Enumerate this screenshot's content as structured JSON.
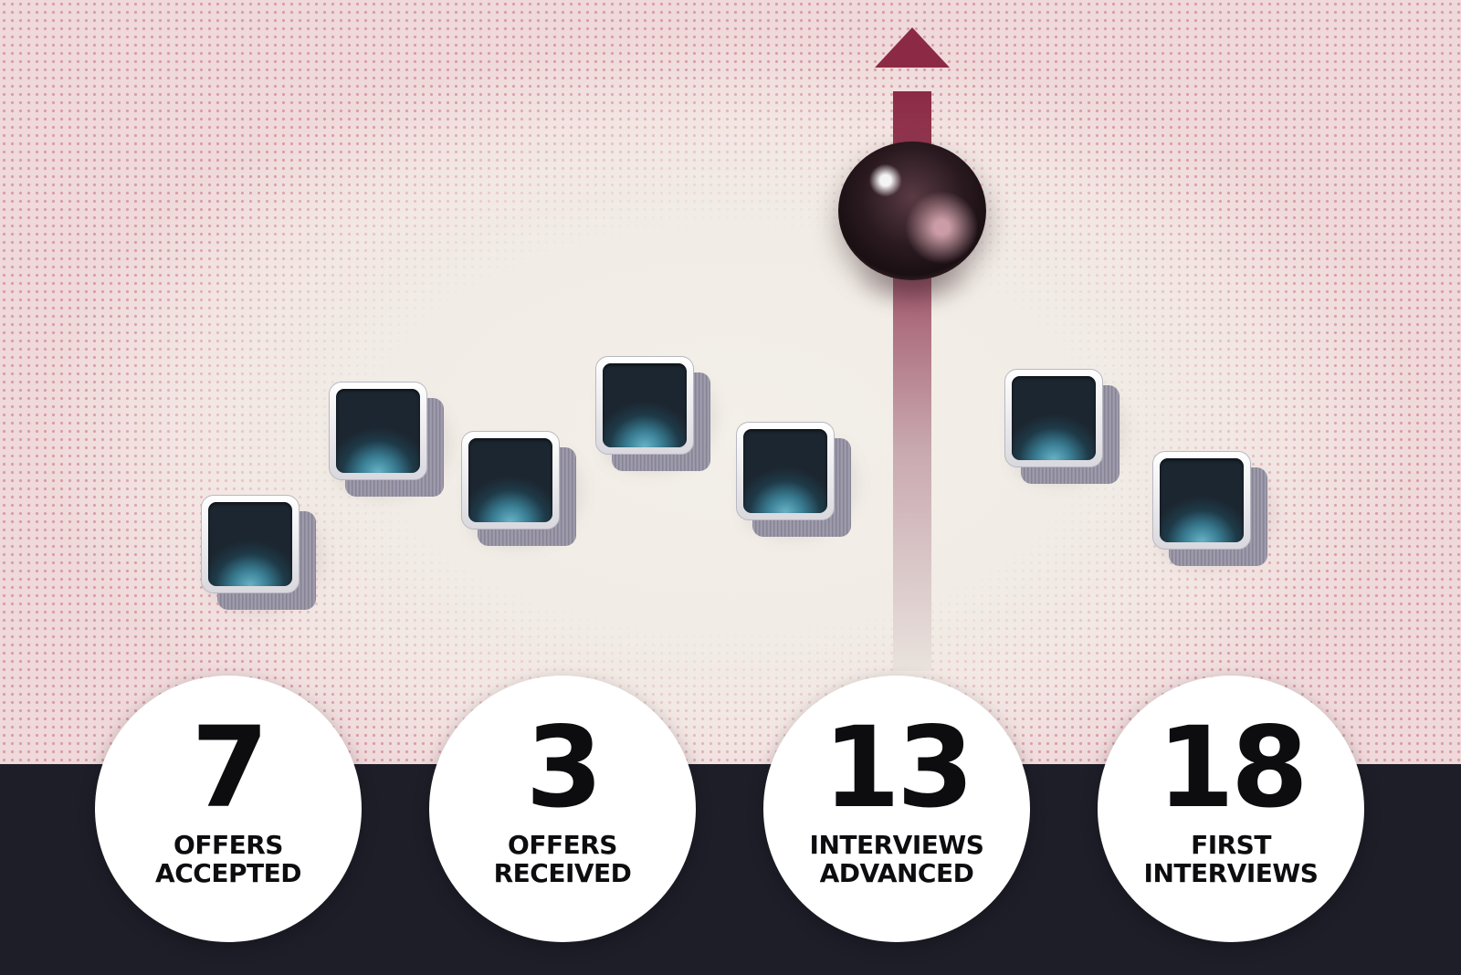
{
  "stats": [
    {
      "value": "7",
      "label_line1": "OFFERS",
      "label_line2": "ACCEPTED"
    },
    {
      "value": "3",
      "label_line1": "OFFERS",
      "label_line2": "RECEIVED"
    },
    {
      "value": "13",
      "label_line1": "INTERVIEWS",
      "label_line2": "ADVANCED"
    },
    {
      "value": "18",
      "label_line1": "FIRST",
      "label_line2": "INTERVIEWS"
    }
  ],
  "colors": {
    "band": "#1d1e28",
    "arrow": "#8c2a45",
    "circle": "#ffffff",
    "text": "#0d0d10",
    "screen": "#3a7e94"
  },
  "illustration": {
    "cube_count": 7,
    "arrow_icon": "up-arrow-icon",
    "ball_icon": "chrome-ball-icon"
  }
}
